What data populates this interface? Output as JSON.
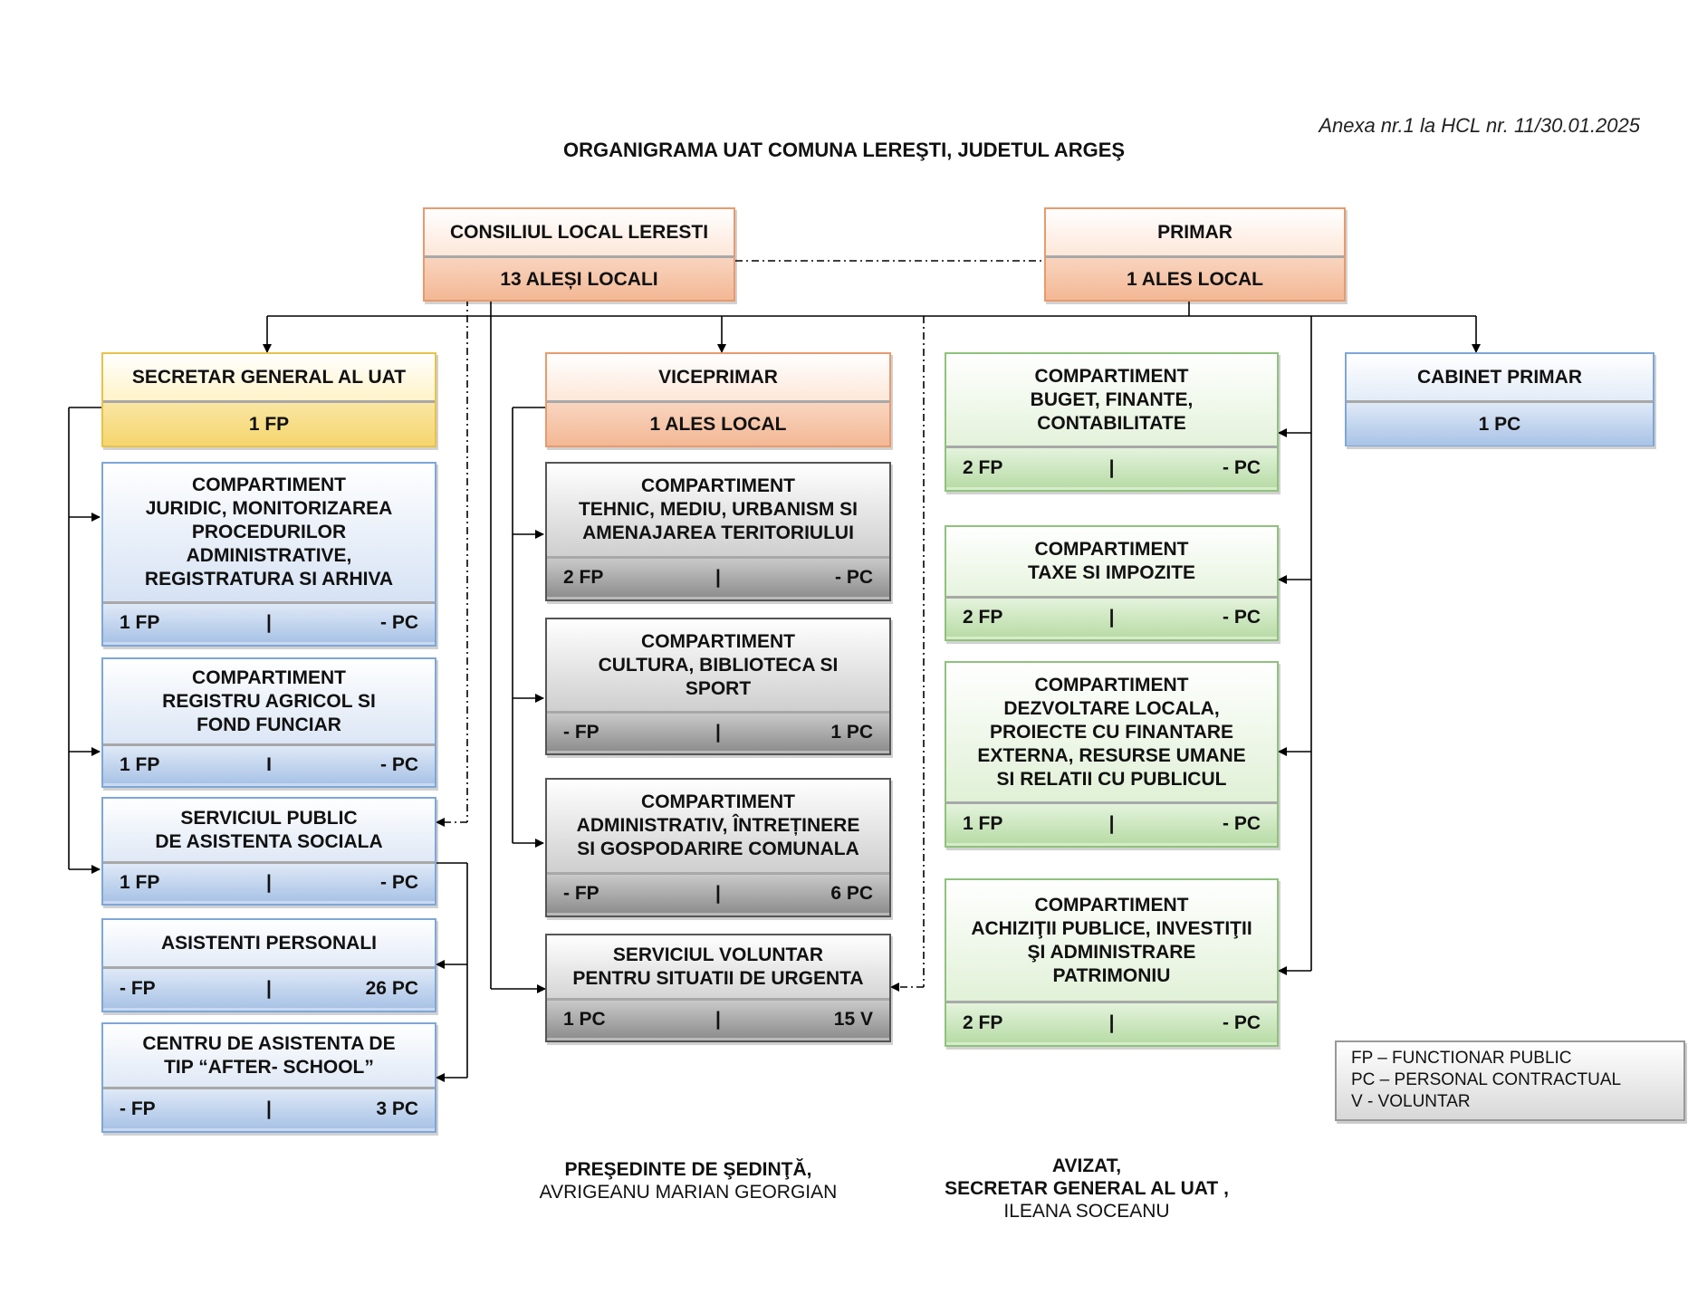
{
  "annex": "Anexa nr.1 la HCL nr. 11/30.01.2025",
  "title": "ORGANIGRAMA UAT COMUNA LEREŞTI, JUDETUL ARGEŞ",
  "consiliu": {
    "title": "CONSILIUL LOCAL LERESTI",
    "count": "13 ALEȘI LOCALI"
  },
  "primar": {
    "title": "PRIMAR",
    "count": "1 ALES LOCAL"
  },
  "secretar": {
    "title": "SECRETAR GENERAL AL UAT",
    "count": "1 FP"
  },
  "viceprimar": {
    "title": "VICEPRIMAR",
    "count": "1 ALES LOCAL"
  },
  "cabinet": {
    "title": "CABINET PRIMAR",
    "count": "1  PC"
  },
  "left_units": [
    {
      "lines": [
        "COMPARTIMENT",
        "JURIDIC, MONITORIZAREA",
        "PROCEDURILOR",
        "ADMINISTRATIVE,",
        "REGISTRATURA SI ARHIVA"
      ],
      "fp": "1 FP",
      "sep": "|",
      "pc": "- PC"
    },
    {
      "lines": [
        "COMPARTIMENT",
        "REGISTRU AGRICOL SI",
        "FOND FUNCIAR"
      ],
      "fp": "1 FP",
      "sep": "I",
      "pc": "- PC"
    },
    {
      "lines": [
        "SERVICIUL PUBLIC",
        "DE ASISTENTA SOCIALA"
      ],
      "fp": "1 FP",
      "sep": "|",
      "pc": "- PC"
    },
    {
      "lines": [
        "ASISTENTI PERSONALI"
      ],
      "fp": "- FP",
      "sep": "|",
      "pc": "26 PC"
    },
    {
      "lines": [
        "CENTRU DE ASISTENTA DE",
        "TIP “AFTER- SCHOOL”"
      ],
      "fp": "- FP",
      "sep": "|",
      "pc": "3 PC"
    }
  ],
  "middle_units": [
    {
      "lines": [
        "COMPARTIMENT",
        "TEHNIC, MEDIU, URBANISM SI",
        "AMENAJAREA TERITORIULUI"
      ],
      "fp": "2 FP",
      "sep": "|",
      "pc": "- PC"
    },
    {
      "lines": [
        "COMPARTIMENT",
        "CULTURA, BIBLIOTECA SI",
        "SPORT"
      ],
      "fp": "- FP",
      "sep": "|",
      "pc": "1 PC"
    },
    {
      "lines": [
        "COMPARTIMENT",
        "ADMINISTRATIV, ÎNTREȚINERE",
        "SI GOSPODARIRE COMUNALA"
      ],
      "fp": "- FP",
      "sep": "|",
      "pc": "6 PC"
    },
    {
      "lines": [
        "SERVICIUL VOLUNTAR",
        "PENTRU SITUATII DE URGENTA"
      ],
      "fp": "1 PC",
      "sep": "|",
      "pc": "15 V"
    }
  ],
  "right_units": [
    {
      "lines": [
        "COMPARTIMENT",
        "BUGET, FINANTE,",
        "CONTABILITATE"
      ],
      "fp": "2 FP",
      "sep": "|",
      "pc": "- PC"
    },
    {
      "lines": [
        "COMPARTIMENT",
        "TAXE SI IMPOZITE"
      ],
      "fp": "2 FP",
      "sep": "|",
      "pc": "- PC"
    },
    {
      "lines": [
        "COMPARTIMENT",
        "DEZVOLTARE LOCALA,",
        "PROIECTE CU FINANTARE",
        "EXTERNA, RESURSE UMANE",
        "SI RELATII CU PUBLICUL"
      ],
      "fp": "1 FP",
      "sep": "|",
      "pc": "- PC"
    },
    {
      "lines": [
        "COMPARTIMENT",
        "ACHIZIŢII PUBLICE, INVESTIŢII",
        "ŞI ADMINISTRARE",
        "PATRIMONIU"
      ],
      "fp": "2 FP",
      "sep": "|",
      "pc": "- PC"
    }
  ],
  "legend": [
    "FP – FUNCTIONAR PUBLIC",
    "PC – PERSONAL CONTRACTUAL",
    "V - VOLUNTAR"
  ],
  "signature_left": {
    "role": "PREŞEDINTE DE ŞEDINŢĂ,",
    "name": "AVRIGEANU MARIAN GEORGIAN"
  },
  "signature_right": {
    "role1": "AVIZAT,",
    "role2": "SECRETAR GENERAL AL UAT ,",
    "name": "ILEANA SOCEANU"
  }
}
